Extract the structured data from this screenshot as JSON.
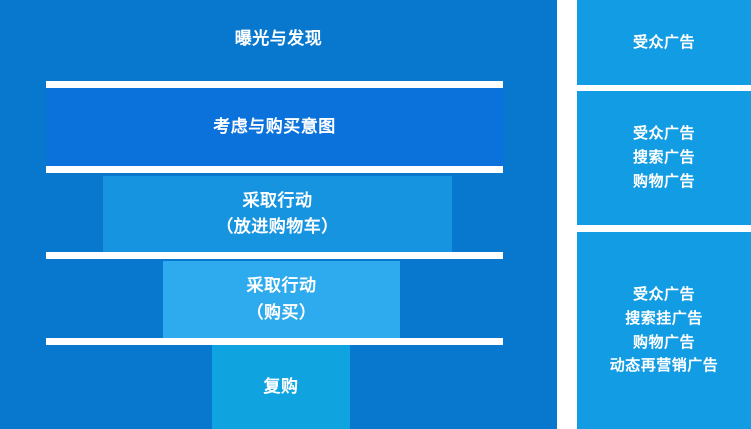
{
  "colors": {
    "panel_background": "#0878CE",
    "stage_1": "#0878CE",
    "stage_2": "#0B72DC",
    "stage_3": "#1794E0",
    "stage_4": "#2EAAEE",
    "stage_5": "#0FA3DF",
    "card": "#129CE4",
    "divider": "#FFFFFF",
    "text": "#FFFFFF"
  },
  "funnel": {
    "stages": [
      {
        "label": "曝光与发现",
        "sub": ""
      },
      {
        "label": "考虑与购买意图",
        "sub": ""
      },
      {
        "label": "采取行动",
        "sub": "（放进购物车）"
      },
      {
        "label": "采取行动",
        "sub": "（购买）"
      },
      {
        "label": "复购",
        "sub": ""
      }
    ]
  },
  "ad_cards": [
    {
      "lines": [
        "受众广告"
      ]
    },
    {
      "lines": [
        "受众广告",
        "搜索广告",
        "购物广告"
      ]
    },
    {
      "lines": [
        "受众广告",
        "搜索挂广告",
        "购物广告",
        "动态再营销广告"
      ]
    }
  ]
}
